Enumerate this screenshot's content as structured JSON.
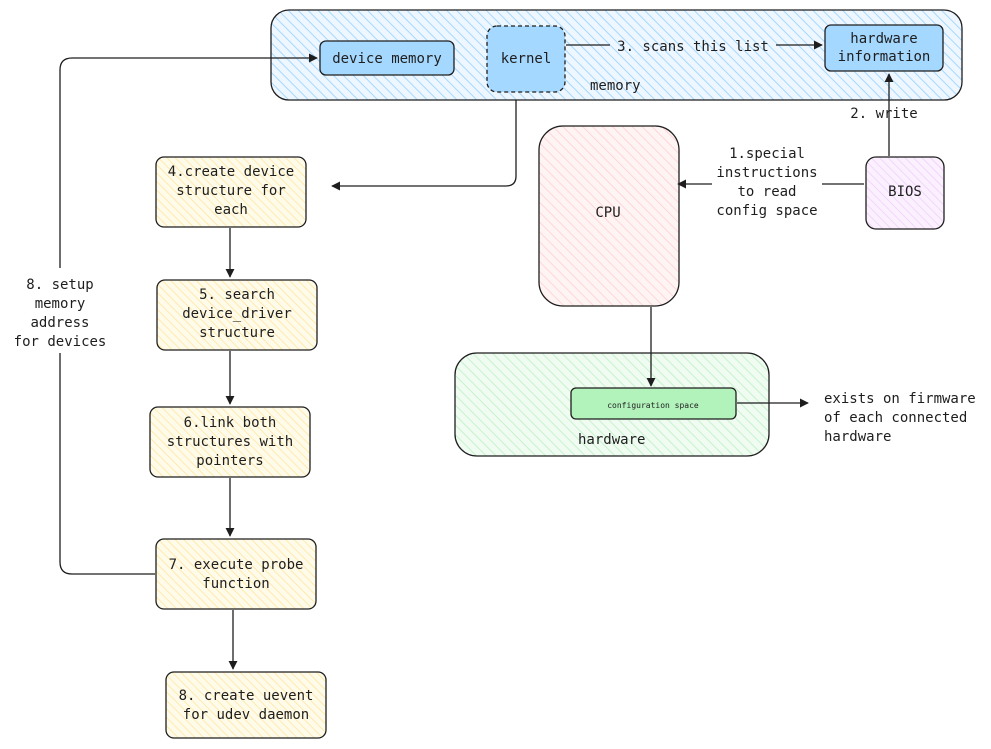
{
  "containers": {
    "memory": "memory",
    "hardware": "hardware"
  },
  "nodes": {
    "device_memory": "device memory",
    "kernel": "kernel",
    "hardware_information": [
      "hardware",
      "information"
    ],
    "bios": "BIOS",
    "cpu": "CPU",
    "configuration_space": "configuration space",
    "step4": [
      "4.create device",
      "structure for",
      "each"
    ],
    "step5": [
      "5. search",
      "device_driver",
      "structure"
    ],
    "step6": [
      "6.link both",
      "structures with",
      "pointers"
    ],
    "step7": [
      "7. execute probe",
      "function"
    ],
    "step8": [
      "8. create uevent",
      "for udev daemon"
    ]
  },
  "edge_labels": {
    "scans": "3. scans this list",
    "write": "2. write",
    "special": [
      "1.special",
      "instructions",
      "to read",
      "config space"
    ],
    "setup": [
      "8. setup",
      "memory",
      "address",
      "for devices"
    ],
    "firmware": [
      "exists on firmware",
      "of each connected",
      "hardware"
    ]
  },
  "colors": {
    "memory_fill": "#a5d8ff",
    "kernel_fill": "#a5d8ff",
    "process_fill": "#fff3bf",
    "cpu_fill": "#ffc9c9",
    "bios_fill": "#eebefa",
    "hardware_fill": "#b2f2bb",
    "stroke": "#1e1e1e"
  }
}
